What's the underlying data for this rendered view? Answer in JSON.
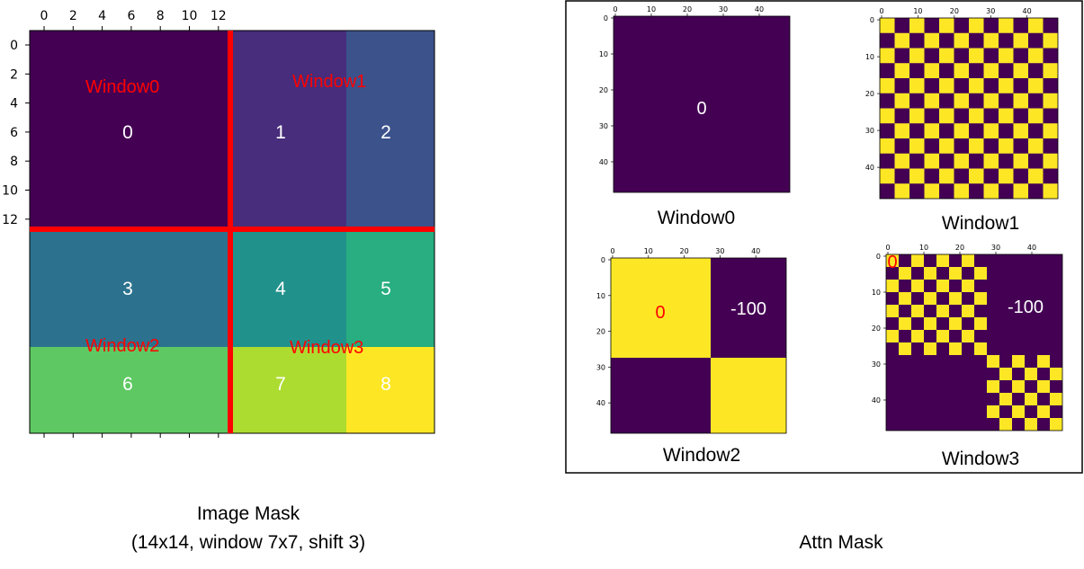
{
  "left_figure": {
    "x_ticks": [
      "0",
      "2",
      "4",
      "6",
      "8",
      "10",
      "12"
    ],
    "y_ticks": [
      "0",
      "2",
      "4",
      "6",
      "8",
      "10",
      "12"
    ],
    "region_labels": [
      "0",
      "1",
      "2",
      "3",
      "4",
      "5",
      "6",
      "7",
      "8"
    ],
    "window_labels": [
      "Window0",
      "Window1",
      "Window2",
      "Window3"
    ],
    "caption_line1": "Image Mask",
    "caption_line2": "(14x14, window 7x7, shift 3)"
  },
  "right_figure": {
    "panel_ticks": [
      "0",
      "10",
      "20",
      "30",
      "40"
    ],
    "panel_titles": [
      "Window0",
      "Window1",
      "Window2",
      "Window3"
    ],
    "window0_value": "0",
    "window2_zero": "0",
    "window2_neg": "-100",
    "window3_zero": "0",
    "window3_neg": "-100",
    "caption": "Attn Mask"
  },
  "colors": {
    "c0": "#440154",
    "c1": "#472d7b",
    "c2": "#3b528b",
    "c3": "#2c728e",
    "c4": "#21918c",
    "c5": "#28ae80",
    "c6": "#5ec962",
    "c7": "#addc30",
    "c8": "#fde725",
    "divider": "#ff0000",
    "label_red": "#ff0000",
    "mask_yellow": "#fde725",
    "mask_purple": "#440154"
  }
}
